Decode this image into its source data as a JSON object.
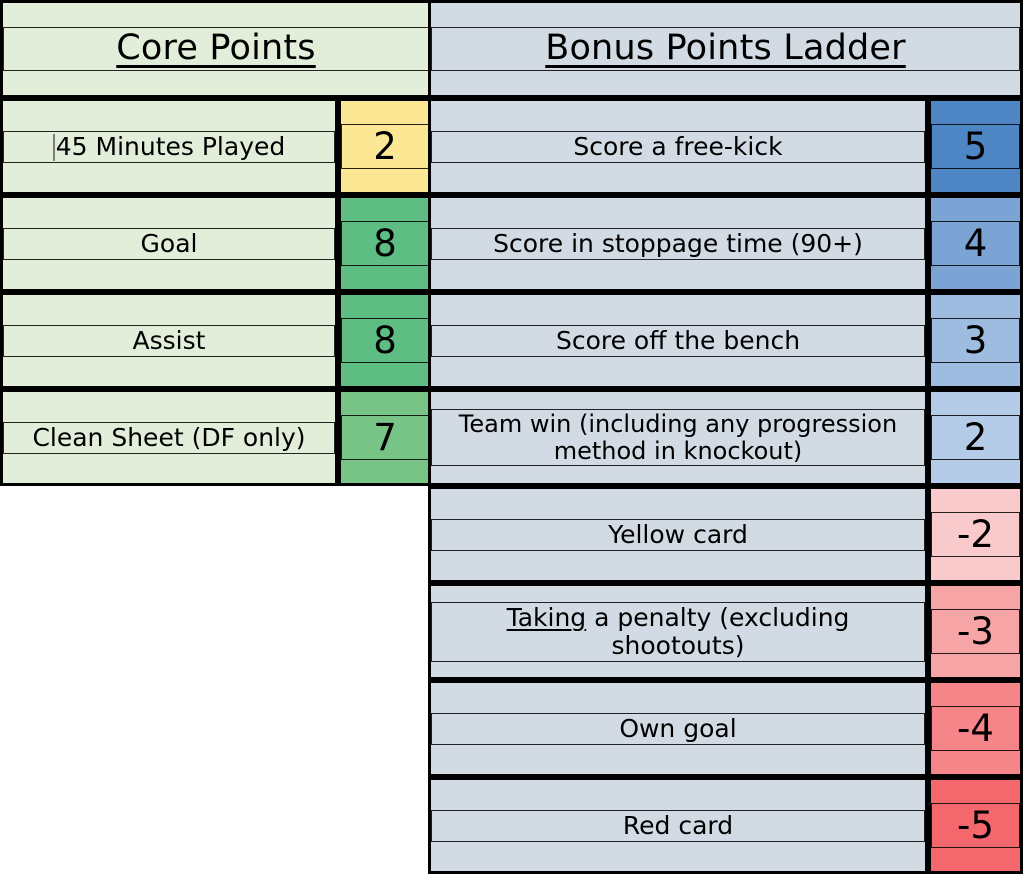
{
  "core": {
    "header": "Core Points",
    "header_bg": "#e2eeda",
    "label_bg": "#e2eeda",
    "rows": [
      {
        "label": "45 Minutes Played",
        "value": "2",
        "value_bg": "#fce894",
        "has_caret": true
      },
      {
        "label": "Goal",
        "value": "8",
        "value_bg": "#5dbd82",
        "has_caret": false
      },
      {
        "label": "Assist",
        "value": "8",
        "value_bg": "#5dbd82",
        "has_caret": false
      },
      {
        "label": "Clean Sheet (DF only)",
        "value": "7",
        "value_bg": "#78c487",
        "has_caret": false
      }
    ]
  },
  "bonus": {
    "header": "Bonus Points Ladder",
    "header_bg": "#d2dae4",
    "label_bg": "#d2dae4",
    "rows": [
      {
        "label": "Score a free-kick",
        "value": "5",
        "value_bg": "#4e85c5"
      },
      {
        "label": "Score in stoppage time (90+)",
        "value": "4",
        "value_bg": "#7ba3d3"
      },
      {
        "label": "Score off the bench",
        "value": "3",
        "value_bg": "#9dbcdf"
      },
      {
        "label": "Team win (including any progression method in knockout)",
        "value": "2",
        "value_bg": "#b4cce8"
      },
      {
        "label": "Yellow card",
        "value": "-2",
        "value_bg": "#f8cacb"
      },
      {
        "label_pre": "Taking",
        "label": " a penalty (excluding shootouts)",
        "label_underline_word": "Taking",
        "value": "-3",
        "value_bg": "#f7a4a6"
      },
      {
        "label": "Own goal",
        "value": "-4",
        "value_bg": "#f58589"
      },
      {
        "label": "Red card",
        "value": "-5",
        "value_bg": "#f4676c"
      }
    ]
  },
  "colors": {
    "border": "#000000",
    "page_bg": "#ffffff",
    "core_green": "#e2eeda",
    "bonus_blue_grey": "#d2dae4"
  }
}
